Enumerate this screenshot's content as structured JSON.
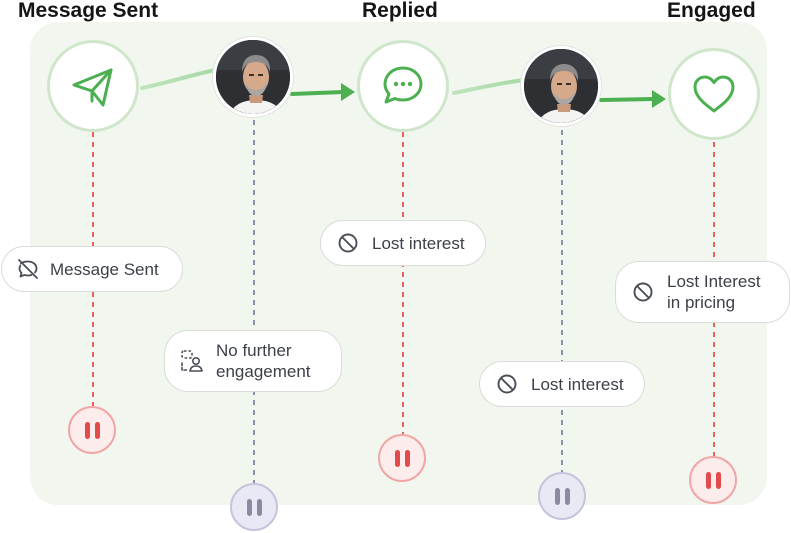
{
  "stages": [
    {
      "title": "Message Sent",
      "icon": "paper-plane-icon"
    },
    {
      "title": "Replied",
      "icon": "chat-bubble-icon"
    },
    {
      "title": "Engaged",
      "icon": "heart-icon"
    }
  ],
  "dropoffs": [
    {
      "label_lines": [
        "Message Sent"
      ],
      "icon": "message-off-icon",
      "status": "paused"
    },
    {
      "label_lines": [
        "No further",
        "engagement"
      ],
      "icon": "user-chat-icon",
      "status": "paused"
    },
    {
      "label_lines": [
        "Lost interest"
      ],
      "icon": "blocked-icon",
      "status": "paused"
    },
    {
      "label_lines": [
        "Lost interest"
      ],
      "icon": "blocked-icon",
      "status": "paused"
    },
    {
      "label_lines": [
        "Lost Interest",
        "in pricing"
      ],
      "icon": "blocked-icon",
      "status": "paused"
    }
  ],
  "colors": {
    "panel_background": "#f1f7ef",
    "accent_green": "#4caf50",
    "stage_ring": "#cfe6cb",
    "stop_red": "#e24b4b",
    "neutral_gray": "#8a8ba3"
  }
}
